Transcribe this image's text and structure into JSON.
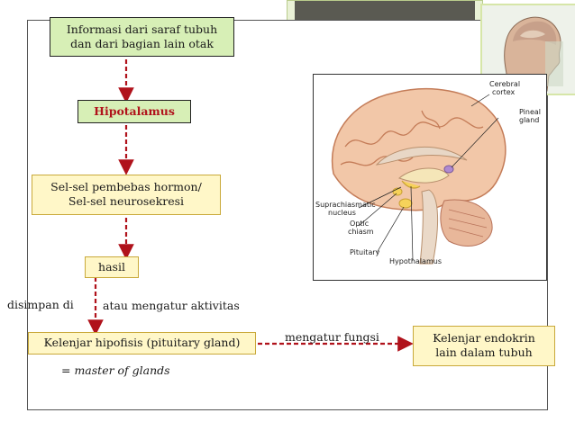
{
  "flow": {
    "info_line1": "Informasi dari saraf tubuh",
    "info_line2": "dan dari bagian lain otak",
    "hypothalamus": "Hipotalamus",
    "cells_line1": "Sel-sel pembebas hormon/",
    "cells_line2": "Sel-sel neurosekresi",
    "result": "hasil",
    "stored_in": "disimpan di",
    "or_regulate": "atau mengatur aktivitas",
    "pituitary": "Kelenjar hipofisis (pituitary gland)",
    "master": "= master  of glands",
    "regulates_function": "mengatur fungsi",
    "endocrine_line1": "Kelenjar endokrin",
    "endocrine_line2": "lain dalam tubuh"
  },
  "brain_labels": {
    "cerebral_cortex_1": "Cerebral",
    "cerebral_cortex_2": "cortex",
    "pineal_1": "Pineal",
    "pineal_2": "gland",
    "scn_1": "Suprachiasmatic",
    "scn_2": "nucleus",
    "optic_1": "Optic",
    "optic_2": "chiasm",
    "pituitary": "Pituitary",
    "hypothalamus": "Hypothalamus"
  },
  "colors": {
    "arrow": "#b0121b",
    "box_green": "#d7efb6",
    "box_yellow": "#fff7c8",
    "title_red": "#b0121b"
  }
}
